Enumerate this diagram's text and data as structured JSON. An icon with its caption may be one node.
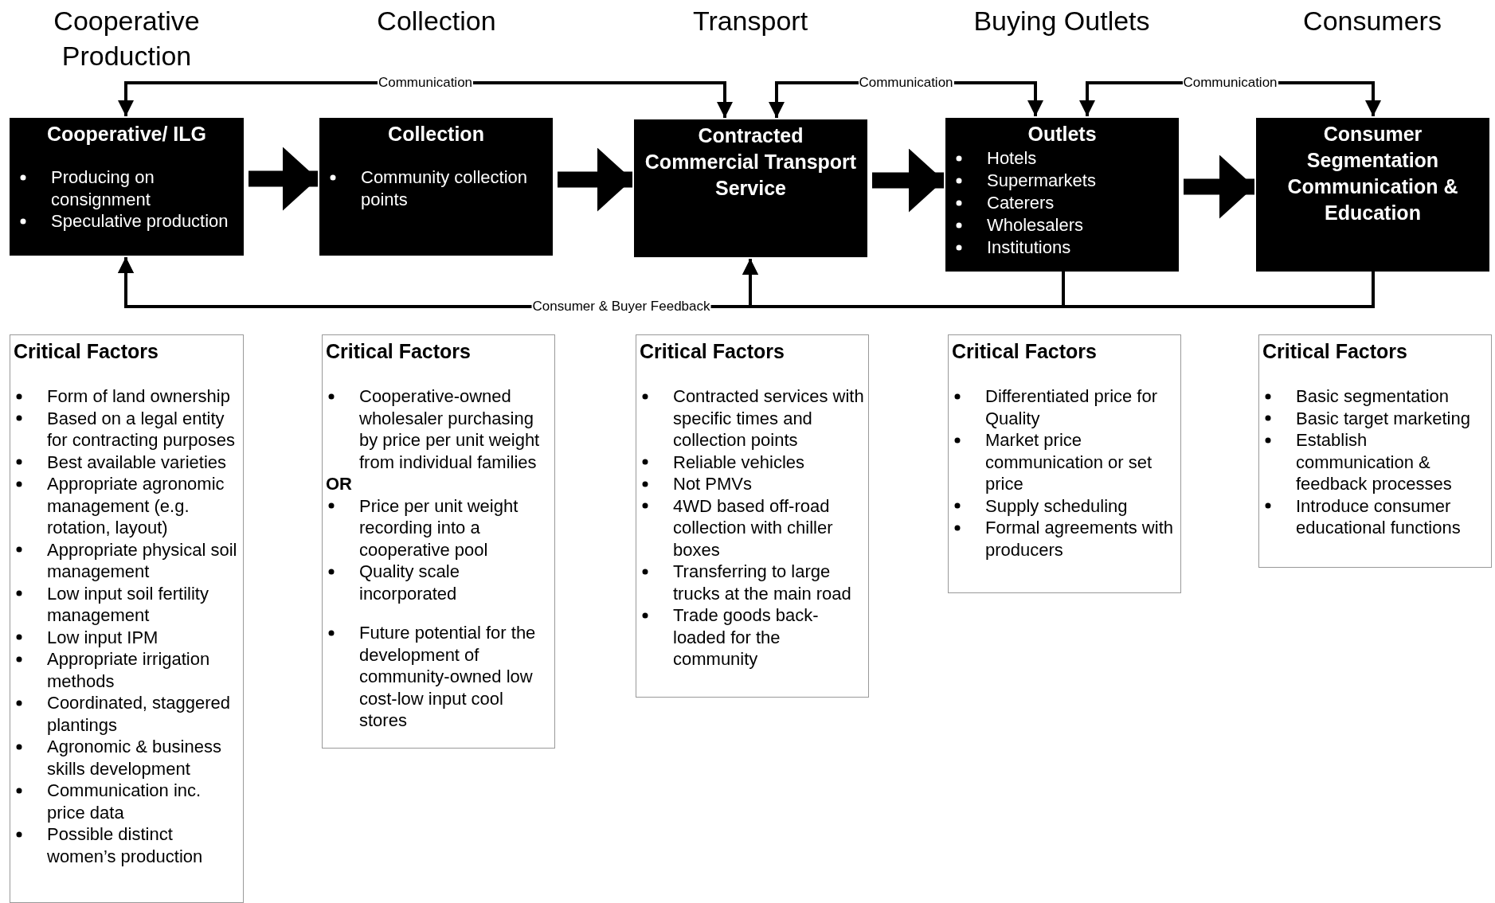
{
  "diagram": {
    "nodes": [
      {
        "text": [
          "Cooperative/ ILG",
          "Producing on consignment",
          "Speculative production"
        ]
      },
      {
        "text": [
          "Collection",
          "Community collection points"
        ]
      },
      {
        "text": [
          "Contracted Commercial Transport Service"
        ]
      },
      {
        "text": [
          "Outlets",
          "Hotels",
          "Supermarkets",
          "Caterers",
          "Wholesalers",
          "Institutions"
        ]
      },
      {
        "text": [
          "Consumer Segmentation Communication & Education"
        ]
      },
      {
        "text": [
          "Critical Factors",
          "Form of land ownership",
          "Based on a legal entity for contracting purposes",
          "Best available varieties",
          "Appropriate agronomic management (e.g. rotation, layout)",
          "Appropriate physical soil management",
          "Low input soil fertility management",
          "Low input IPM",
          "Appropriate irrigation methods",
          "Coordinated, staggered plantings",
          "Agronomic & business skills development",
          "Communication inc. price data",
          "Possible distinct women’s production"
        ]
      },
      {
        "text": [
          "Critical Factors",
          "Cooperative-owned wholesaler purchasing by price per unit weight from individual families",
          "OR",
          "Price per unit weight recording into a cooperative pool",
          "Quality scale incorporated",
          "Future potential for the development of community-owned low cost-low input cool stores"
        ]
      },
      {
        "text": [
          "Critical Factors",
          "Contracted services with specific times and collection points",
          "Reliable vehicles",
          "Not PMVs",
          "4WD based off-road collection with chiller boxes",
          "Transferring to large trucks at the main road",
          "Trade goods back-loaded for the community"
        ]
      },
      {
        "text": [
          "Critical Factors",
          "Differentiated price for Quality",
          "Market price communication or set price",
          "Supply scheduling",
          "Formal agreements with producers"
        ]
      },
      {
        "text": [
          "Critical Factors",
          "Basic segmentation",
          "Basic target marketing",
          "Establish communication & feedback processes",
          "Introduce consumer educational functions"
        ]
      }
    ],
    "edges": [
      {
        "from": 0,
        "to": 1,
        "arrow": "to",
        "style": "thick"
      },
      {
        "from": 1,
        "to": 2,
        "arrow": "to",
        "style": "thick"
      },
      {
        "from": 2,
        "to": 3,
        "arrow": "to",
        "style": "thick"
      },
      {
        "from": 3,
        "to": 4,
        "arrow": "to",
        "style": "thick"
      },
      {
        "from": 0,
        "to": 2,
        "arrow": "both",
        "label": "Communication"
      },
      {
        "from": 2,
        "to": 3,
        "arrow": "both",
        "label": "Communication"
      },
      {
        "from": 3,
        "to": 4,
        "arrow": "both",
        "label": "Communication"
      },
      {
        "from": 4,
        "to": 0,
        "arrow": "to",
        "label": "Consumer & Buyer Feedback"
      },
      {
        "from": 4,
        "to": 2,
        "arrow": "to"
      },
      {
        "from": 3,
        "to": 0,
        "arrow": "to"
      },
      {
        "from": 3,
        "to": 2,
        "arrow": "to"
      }
    ],
    "labels": [
      "Cooperative Production",
      "Collection",
      "Transport",
      "Buying Outlets",
      "Consumers"
    ]
  }
}
